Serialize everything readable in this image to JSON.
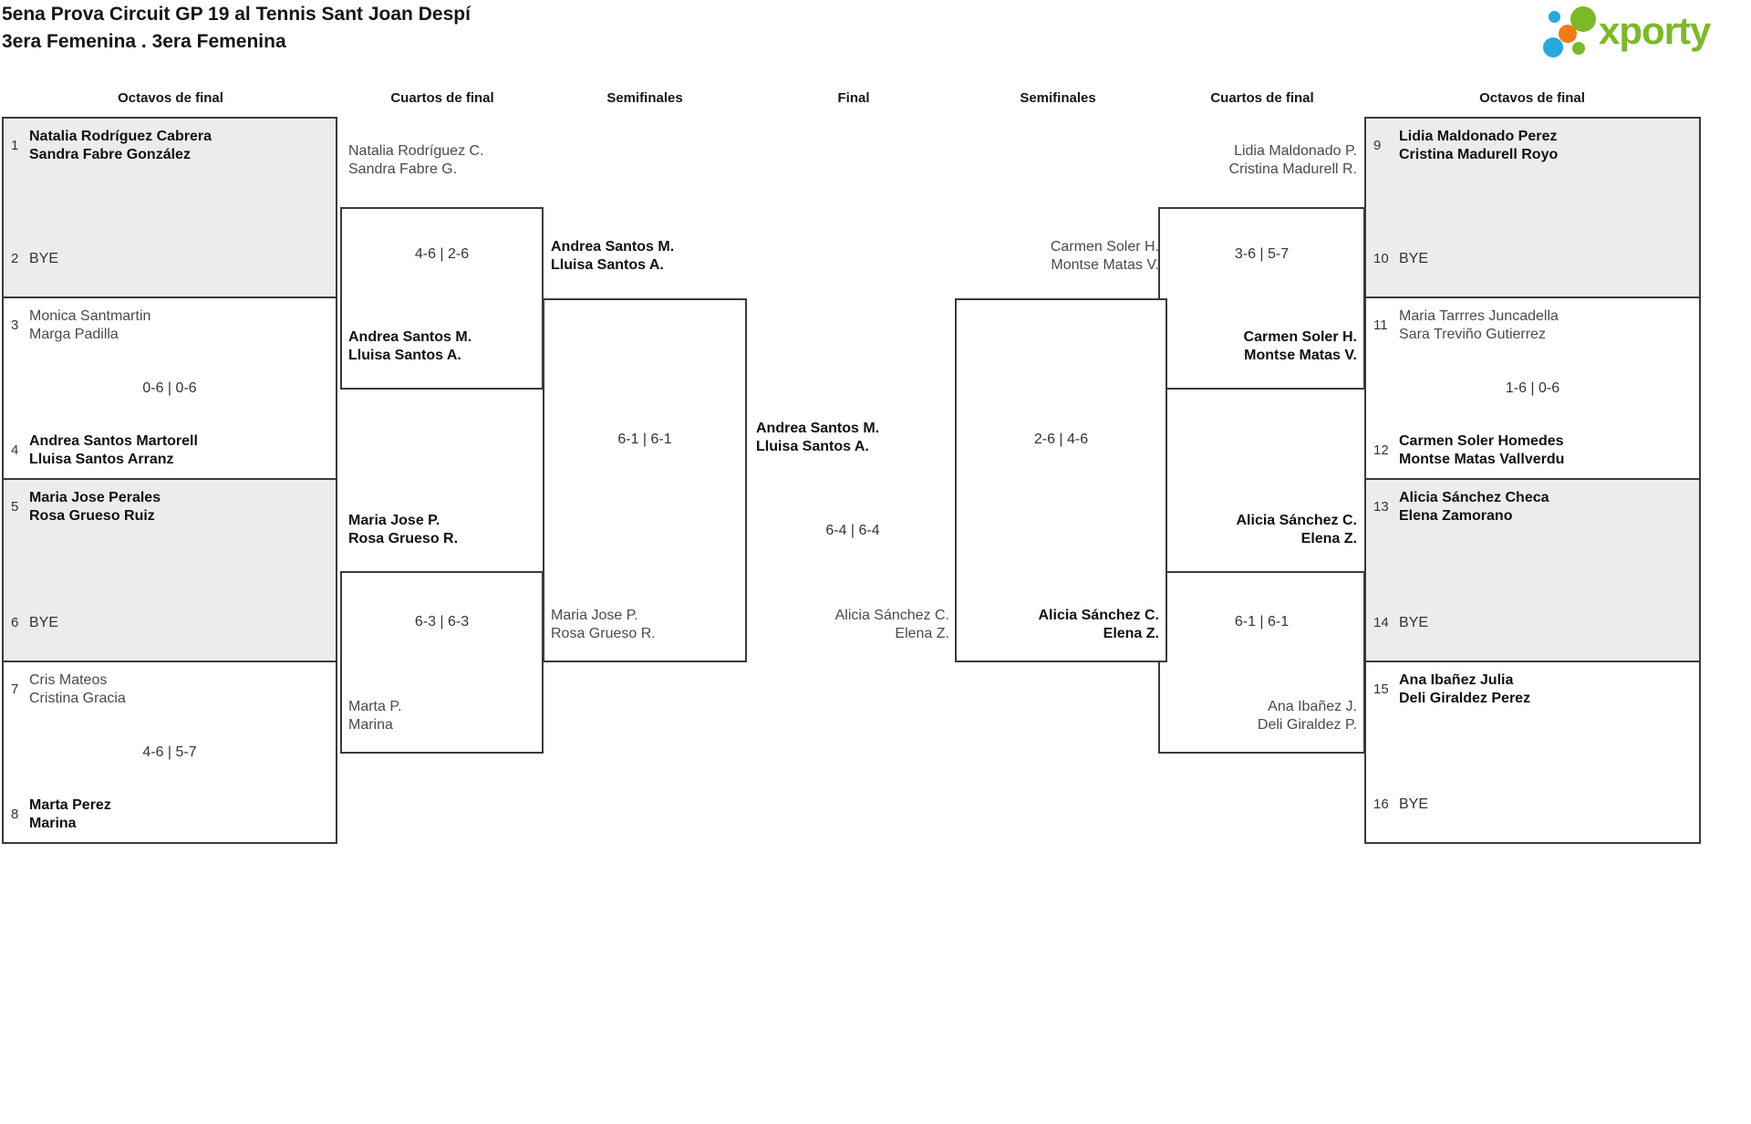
{
  "title": {
    "line1": "5ena Prova Circuit GP 19 al Tennis Sant Joan Despí",
    "line2": "3era Femenina . 3era Femenina"
  },
  "logo": {
    "text": "xporty",
    "colors": {
      "green": "#7cb928",
      "blue": "#29a8df",
      "orange": "#ee7d17"
    }
  },
  "colors": {
    "border": "#3a3a3a",
    "shaded_box": "#ececec",
    "winner_text": "#101010",
    "loser_text": "#4a4a4a",
    "score_text": "#333333"
  },
  "round_headers": {
    "l_oct": "Octavos de final",
    "l_qf": "Cuartos de final",
    "l_sf": "Semifinales",
    "final": "Final",
    "r_sf": "Semifinales",
    "r_qf": "Cuartos de final",
    "r_oct": "Octavos de final"
  },
  "octavos_left": [
    {
      "seed_top": "1",
      "top1": "Natalia Rodríguez Cabrera",
      "top2": "Sandra Fabre González",
      "score": "",
      "seed_bottom": "2",
      "bottom1": "BYE",
      "bottom2": ""
    },
    {
      "seed_top": "3",
      "top1": "Monica Santmartin",
      "top2": "Marga Padilla",
      "score": "0-6 | 0-6",
      "seed_bottom": "4",
      "bottom1": "Andrea Santos Martorell",
      "bottom2": "Lluisa Santos Arranz"
    },
    {
      "seed_top": "5",
      "top1": "Maria Jose Perales",
      "top2": "Rosa Grueso Ruiz",
      "score": "",
      "seed_bottom": "6",
      "bottom1": "BYE",
      "bottom2": ""
    },
    {
      "seed_top": "7",
      "top1": "Cris Mateos",
      "top2": "Cristina Gracia",
      "score": "4-6 | 5-7",
      "seed_bottom": "8",
      "bottom1": "Marta Perez",
      "bottom2": "Marina"
    }
  ],
  "octavos_right": [
    {
      "seed_top": "9",
      "top1": "Lidia Maldonado Perez",
      "top2": "Cristina Madurell Royo",
      "score": "",
      "seed_bottom": "10",
      "bottom1": "BYE",
      "bottom2": ""
    },
    {
      "seed_top": "11",
      "top1": "Maria Tarrres Juncadella",
      "top2": "Sara Treviño Gutierrez",
      "score": "1-6 | 0-6",
      "seed_bottom": "12",
      "bottom1": "Carmen Soler Homedes",
      "bottom2": "Montse Matas Vallverdu"
    },
    {
      "seed_top": "13",
      "top1": "Alicia Sánchez Checa",
      "top2": "Elena Zamorano",
      "score": "",
      "seed_bottom": "14",
      "bottom1": "BYE",
      "bottom2": ""
    },
    {
      "seed_top": "15",
      "top1": "Ana Ibañez Julia",
      "top2": "Deli Giraldez Perez",
      "score": "",
      "seed_bottom": "16",
      "bottom1": "BYE",
      "bottom2": ""
    }
  ],
  "cuartos_left": [
    {
      "top1": "Natalia Rodríguez C.",
      "top2": "Sandra Fabre G.",
      "score": "4-6 | 2-6",
      "bottom1": "Andrea Santos M.",
      "bottom2": "Lluisa Santos A."
    },
    {
      "top1": "Maria Jose P.",
      "top2": "Rosa Grueso R.",
      "score": "6-3 | 6-3",
      "bottom1": "Marta P.",
      "bottom2": "Marina"
    }
  ],
  "cuartos_right": [
    {
      "top1": "Lidia Maldonado P.",
      "top2": "Cristina Madurell R.",
      "score": "3-6 | 5-7",
      "bottom1": "Carmen Soler H.",
      "bottom2": "Montse Matas V."
    },
    {
      "top1": "Alicia Sánchez C.",
      "top2": "Elena Z.",
      "score": "6-1 | 6-1",
      "bottom1": "Ana Ibañez J.",
      "bottom2": "Deli Giraldez P."
    }
  ],
  "semi_left": {
    "top1": "Andrea Santos M.",
    "top2": "Lluisa Santos A.",
    "score": "6-1 | 6-1",
    "bottom1": "Maria Jose P.",
    "bottom2": "Rosa Grueso R."
  },
  "semi_right": {
    "top1": "Carmen Soler H.",
    "top2": "Montse Matas V.",
    "score": "2-6 | 4-6",
    "bottom1": "Alicia Sánchez C.",
    "bottom2": "Elena Z."
  },
  "final": {
    "top1": "Andrea Santos M.",
    "top2": "Lluisa Santos A.",
    "score": "6-4 | 6-4",
    "bottom1": "Alicia Sánchez C.",
    "bottom2": "Elena Z."
  }
}
